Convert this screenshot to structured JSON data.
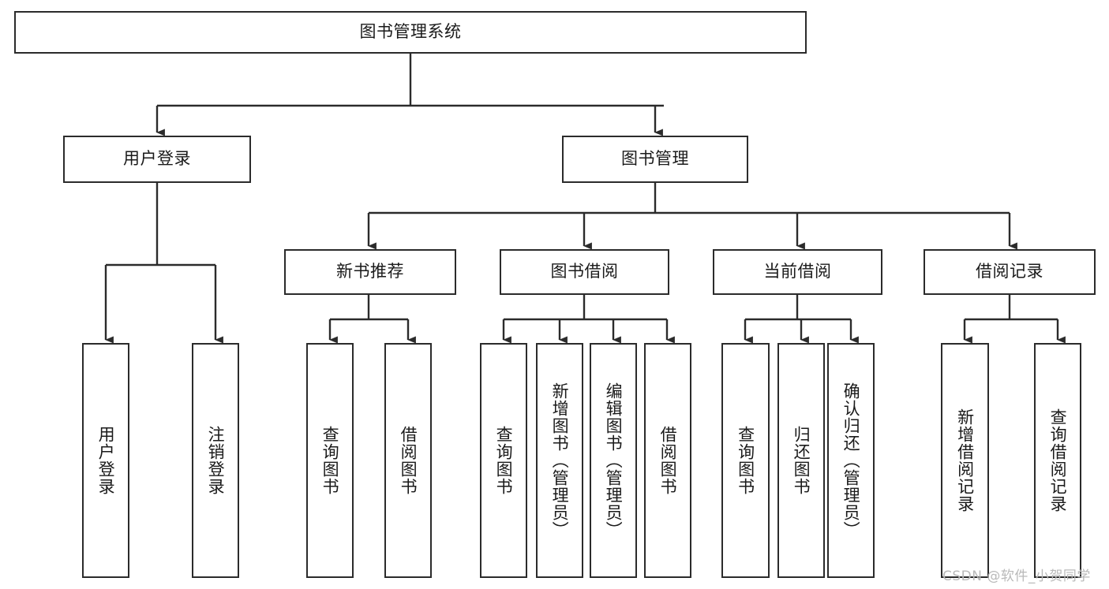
{
  "diagram": {
    "title": "图书管理系统",
    "type": "hierarchy-tree",
    "colors": {
      "box_border": "#2b2b2b",
      "box_fill": "#ffffff",
      "edge": "#2b2b2b",
      "text": "#1a1a1a",
      "watermark": "#b9b9b9",
      "background": "#ffffff"
    },
    "root": {
      "id": "root",
      "label": "图书管理系统",
      "orientation": "horizontal"
    },
    "level1": [
      {
        "id": "user-login",
        "label": "用户登录",
        "orientation": "horizontal"
      },
      {
        "id": "book-manage",
        "label": "图书管理",
        "orientation": "horizontal"
      }
    ],
    "level2": [
      {
        "id": "new-book-recommend",
        "label": "新书推荐",
        "orientation": "horizontal",
        "parent": "book-manage"
      },
      {
        "id": "book-borrow",
        "label": "图书借阅",
        "orientation": "horizontal",
        "parent": "book-manage"
      },
      {
        "id": "current-borrow",
        "label": "当前借阅",
        "orientation": "horizontal",
        "parent": "book-manage"
      },
      {
        "id": "borrow-record",
        "label": "借阅记录",
        "orientation": "horizontal",
        "parent": "book-manage"
      }
    ],
    "leaves": [
      {
        "id": "leaf-user-login",
        "label": "用户登录",
        "parent": "user-login"
      },
      {
        "id": "leaf-logout-login",
        "label": "注销登录",
        "parent": "user-login"
      },
      {
        "id": "leaf-query-book-1",
        "label": "查询图书",
        "parent": "new-book-recommend"
      },
      {
        "id": "leaf-borrow-book-1",
        "label": "借阅图书",
        "parent": "new-book-recommend"
      },
      {
        "id": "leaf-query-book-2",
        "label": "查询图书",
        "parent": "book-borrow"
      },
      {
        "id": "leaf-add-book",
        "label": "新增图书（管理员）",
        "parent": "book-borrow"
      },
      {
        "id": "leaf-edit-book",
        "label": "编辑图书（管理员）",
        "parent": "book-borrow"
      },
      {
        "id": "leaf-borrow-book-2",
        "label": "借阅图书",
        "parent": "book-borrow"
      },
      {
        "id": "leaf-query-book-3",
        "label": "查询图书",
        "parent": "current-borrow"
      },
      {
        "id": "leaf-return-book",
        "label": "归还图书",
        "parent": "current-borrow"
      },
      {
        "id": "leaf-confirm-return",
        "label": "确认归还（管理员）",
        "parent": "current-borrow"
      },
      {
        "id": "leaf-add-record",
        "label": "新增借阅记录",
        "parent": "borrow-record"
      },
      {
        "id": "leaf-query-record",
        "label": "查询借阅记录",
        "parent": "borrow-record"
      }
    ],
    "watermark": "CSDN @软件_小贺同学"
  }
}
